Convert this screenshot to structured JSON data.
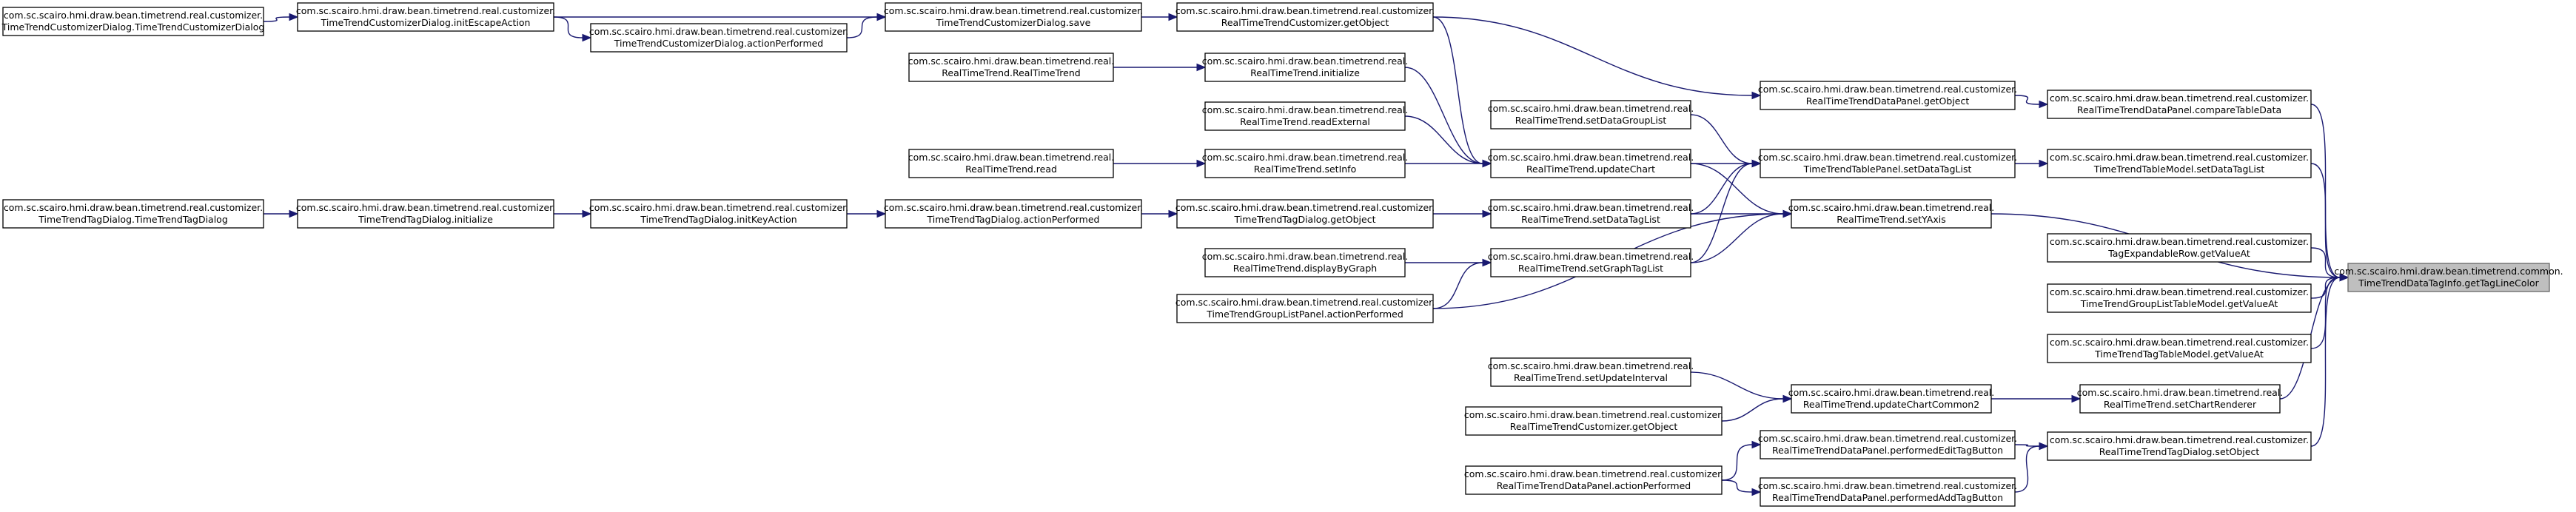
{
  "diagram": {
    "focus": "n_getTagLineColor",
    "nodes": [
      {
        "id": "n_getTagLineColor",
        "line1": "com.sc.scairo.hmi.draw.bean.timetrend.common.",
        "line2": "TimeTrendDataTagInfo.getTagLineColor",
        "focus": true
      },
      {
        "id": "n_compareTableData",
        "line1": "com.sc.scairo.hmi.draw.bean.timetrend.real.customizer.",
        "line2": "RealTimeTrendDataPanel.compareTableData"
      },
      {
        "id": "n_tableModel_setDataTagList",
        "line1": "com.sc.scairo.hmi.draw.bean.timetrend.real.customizer.",
        "line2": "TimeTrendTableModel.setDataTagList"
      },
      {
        "id": "n_expandableRow_getValueAt",
        "line1": "com.sc.scairo.hmi.draw.bean.timetrend.real.customizer.",
        "line2": "TagExpandableRow.getValueAt"
      },
      {
        "id": "n_groupListTableModel_getValueAt",
        "line1": "com.sc.scairo.hmi.draw.bean.timetrend.real.customizer.",
        "line2": "TimeTrendGroupListTableModel.getValueAt"
      },
      {
        "id": "n_tagTableModel_getValueAt",
        "line1": "com.sc.scairo.hmi.draw.bean.timetrend.real.customizer.",
        "line2": "TimeTrendTagTableModel.getValueAt"
      },
      {
        "id": "n_setChartRenderer",
        "line1": "com.sc.scairo.hmi.draw.bean.timetrend.real.",
        "line2": "RealTimeTrend.setChartRenderer"
      },
      {
        "id": "n_tagDialog_setObject",
        "line1": "com.sc.scairo.hmi.draw.bean.timetrend.real.customizer.",
        "line2": "RealTimeTrendTagDialog.setObject"
      },
      {
        "id": "n_dataPanel_getObject",
        "line1": "com.sc.scairo.hmi.draw.bean.timetrend.real.customizer.",
        "line2": "RealTimeTrendDataPanel.getObject"
      },
      {
        "id": "n_tablePanel_setDataTagList",
        "line1": "com.sc.scairo.hmi.draw.bean.timetrend.real.customizer.",
        "line2": "TimeTrendTablePanel.setDataTagList"
      },
      {
        "id": "n_setYAxis",
        "line1": "com.sc.scairo.hmi.draw.bean.timetrend.real.",
        "line2": "RealTimeTrend.setYAxis"
      },
      {
        "id": "n_updateChartCommon2",
        "line1": "com.sc.scairo.hmi.draw.bean.timetrend.real.",
        "line2": "RealTimeTrend.updateChartCommon2"
      },
      {
        "id": "n_performedEditTagButton",
        "line1": "com.sc.scairo.hmi.draw.bean.timetrend.real.customizer.",
        "line2": "RealTimeTrendDataPanel.performedEditTagButton"
      },
      {
        "id": "n_performedAddTagButton",
        "line1": "com.sc.scairo.hmi.draw.bean.timetrend.real.customizer.",
        "line2": "RealTimeTrendDataPanel.performedAddTagButton"
      },
      {
        "id": "n_customizer_getObject_top",
        "line1": "com.sc.scairo.hmi.draw.bean.timetrend.real.customizer.",
        "line2": "RealTimeTrendCustomizer.getObject"
      },
      {
        "id": "n_initialize",
        "line1": "com.sc.scairo.hmi.draw.bean.timetrend.real.",
        "line2": "RealTimeTrend.initialize"
      },
      {
        "id": "n_readExternal",
        "line1": "com.sc.scairo.hmi.draw.bean.timetrend.real.",
        "line2": "RealTimeTrend.readExternal"
      },
      {
        "id": "n_setInfo",
        "line1": "com.sc.scairo.hmi.draw.bean.timetrend.real.",
        "line2": "RealTimeTrend.setInfo"
      },
      {
        "id": "n_tagDialog_getObject",
        "line1": "com.sc.scairo.hmi.draw.bean.timetrend.real.customizer.",
        "line2": "TimeTrendTagDialog.getObject"
      },
      {
        "id": "n_displayByGraph",
        "line1": "com.sc.scairo.hmi.draw.bean.timetrend.real.",
        "line2": "RealTimeTrend.displayByGraph"
      },
      {
        "id": "n_groupListPanel_actionPerformed",
        "line1": "com.sc.scairo.hmi.draw.bean.timetrend.real.customizer.",
        "line2": "TimeTrendGroupListPanel.actionPerformed"
      },
      {
        "id": "n_setDataGroupList",
        "line1": "com.sc.scairo.hmi.draw.bean.timetrend.real.",
        "line2": "RealTimeTrend.setDataGroupList"
      },
      {
        "id": "n_updateChart",
        "line1": "com.sc.scairo.hmi.draw.bean.timetrend.real.",
        "line2": "RealTimeTrend.updateChart"
      },
      {
        "id": "n_rtt_setDataTagList",
        "line1": "com.sc.scairo.hmi.draw.bean.timetrend.real.",
        "line2": "RealTimeTrend.setDataTagList"
      },
      {
        "id": "n_setGraphTagList",
        "line1": "com.sc.scairo.hmi.draw.bean.timetrend.real.",
        "line2": "RealTimeTrend.setGraphTagList"
      },
      {
        "id": "n_setUpdateInterval",
        "line1": "com.sc.scairo.hmi.draw.bean.timetrend.real.",
        "line2": "RealTimeTrend.setUpdateInterval"
      },
      {
        "id": "n_customizer_getObject_bottom",
        "line1": "com.sc.scairo.hmi.draw.bean.timetrend.real.customizer.",
        "line2": "RealTimeTrendCustomizer.getObject"
      },
      {
        "id": "n_dataPanel_actionPerformed",
        "line1": "com.sc.scairo.hmi.draw.bean.timetrend.real.customizer.",
        "line2": "RealTimeTrendDataPanel.actionPerformed"
      },
      {
        "id": "n_customizerDialog_save",
        "line1": "com.sc.scairo.hmi.draw.bean.timetrend.real.customizer.",
        "line2": "TimeTrendCustomizerDialog.save"
      },
      {
        "id": "n_rtt_constructor",
        "line1": "com.sc.scairo.hmi.draw.bean.timetrend.real.",
        "line2": "RealTimeTrend.RealTimeTrend"
      },
      {
        "id": "n_rtt_read",
        "line1": "com.sc.scairo.hmi.draw.bean.timetrend.real.",
        "line2": "RealTimeTrend.read"
      },
      {
        "id": "n_tagDialog_actionPerformed",
        "line1": "com.sc.scairo.hmi.draw.bean.timetrend.real.customizer.",
        "line2": "TimeTrendTagDialog.actionPerformed"
      },
      {
        "id": "n_customizerDialog_actionPerformed",
        "line1": "com.sc.scairo.hmi.draw.bean.timetrend.real.customizer.",
        "line2": "TimeTrendCustomizerDialog.actionPerformed"
      },
      {
        "id": "n_tagDialog_initKeyAction",
        "line1": "com.sc.scairo.hmi.draw.bean.timetrend.real.customizer.",
        "line2": "TimeTrendTagDialog.initKeyAction"
      },
      {
        "id": "n_customizerDialog_initEscapeAction",
        "line1": "com.sc.scairo.hmi.draw.bean.timetrend.real.customizer.",
        "line2": "TimeTrendCustomizerDialog.initEscapeAction"
      },
      {
        "id": "n_tagDialog_initialize",
        "line1": "com.sc.scairo.hmi.draw.bean.timetrend.real.customizer.",
        "line2": "TimeTrendTagDialog.initialize"
      },
      {
        "id": "n_customizerDialog_constructor",
        "line1": "com.sc.scairo.hmi.draw.bean.timetrend.real.customizer.",
        "line2": "TimeTrendCustomizerDialog.TimeTrendCustomizerDialog"
      },
      {
        "id": "n_tagDialog_constructor",
        "line1": "com.sc.scairo.hmi.draw.bean.timetrend.real.customizer.",
        "line2": "TimeTrendTagDialog.TimeTrendTagDialog"
      }
    ],
    "edges": [
      [
        "n_compareTableData",
        "n_getTagLineColor"
      ],
      [
        "n_tableModel_setDataTagList",
        "n_getTagLineColor"
      ],
      [
        "n_setYAxis",
        "n_getTagLineColor"
      ],
      [
        "n_expandableRow_getValueAt",
        "n_getTagLineColor"
      ],
      [
        "n_groupListTableModel_getValueAt",
        "n_getTagLineColor"
      ],
      [
        "n_tagTableModel_getValueAt",
        "n_getTagLineColor"
      ],
      [
        "n_setChartRenderer",
        "n_getTagLineColor"
      ],
      [
        "n_tagDialog_setObject",
        "n_getTagLineColor"
      ],
      [
        "n_dataPanel_getObject",
        "n_compareTableData"
      ],
      [
        "n_tablePanel_setDataTagList",
        "n_tableModel_setDataTagList"
      ],
      [
        "n_updateChartCommon2",
        "n_setChartRenderer"
      ],
      [
        "n_performedEditTagButton",
        "n_tagDialog_setObject"
      ],
      [
        "n_performedAddTagButton",
        "n_tagDialog_setObject"
      ],
      [
        "n_customizer_getObject_top",
        "n_dataPanel_getObject"
      ],
      [
        "n_setDataGroupList",
        "n_tablePanel_setDataTagList"
      ],
      [
        "n_updateChart",
        "n_tablePanel_setDataTagList"
      ],
      [
        "n_rtt_setDataTagList",
        "n_tablePanel_setDataTagList"
      ],
      [
        "n_setGraphTagList",
        "n_tablePanel_setDataTagList"
      ],
      [
        "n_updateChart",
        "n_setYAxis"
      ],
      [
        "n_rtt_setDataTagList",
        "n_setYAxis"
      ],
      [
        "n_setGraphTagList",
        "n_setYAxis"
      ],
      [
        "n_groupListPanel_actionPerformed",
        "n_setYAxis"
      ],
      [
        "n_setUpdateInterval",
        "n_updateChartCommon2"
      ],
      [
        "n_customizer_getObject_bottom",
        "n_updateChartCommon2"
      ],
      [
        "n_dataPanel_actionPerformed",
        "n_performedEditTagButton"
      ],
      [
        "n_dataPanel_actionPerformed",
        "n_performedAddTagButton"
      ],
      [
        "n_customizerDialog_save",
        "n_customizer_getObject_top"
      ],
      [
        "n_customizer_getObject_top",
        "n_updateChart"
      ],
      [
        "n_initialize",
        "n_updateChart"
      ],
      [
        "n_readExternal",
        "n_updateChart"
      ],
      [
        "n_setInfo",
        "n_updateChart"
      ],
      [
        "n_tagDialog_getObject",
        "n_rtt_setDataTagList"
      ],
      [
        "n_displayByGraph",
        "n_setGraphTagList"
      ],
      [
        "n_groupListPanel_actionPerformed",
        "n_setGraphTagList"
      ],
      [
        "n_rtt_constructor",
        "n_initialize"
      ],
      [
        "n_rtt_read",
        "n_setInfo"
      ],
      [
        "n_tagDialog_actionPerformed",
        "n_tagDialog_getObject"
      ],
      [
        "n_customizerDialog_initEscapeAction",
        "n_customizerDialog_save"
      ],
      [
        "n_customizerDialog_actionPerformed",
        "n_customizerDialog_save"
      ],
      [
        "n_customizerDialog_initEscapeAction",
        "n_customizerDialog_actionPerformed"
      ],
      [
        "n_tagDialog_initKeyAction",
        "n_tagDialog_actionPerformed"
      ],
      [
        "n_tagDialog_initialize",
        "n_tagDialog_initKeyAction"
      ],
      [
        "n_customizerDialog_constructor",
        "n_customizerDialog_initEscapeAction"
      ],
      [
        "n_tagDialog_constructor",
        "n_tagDialog_initialize"
      ]
    ]
  }
}
